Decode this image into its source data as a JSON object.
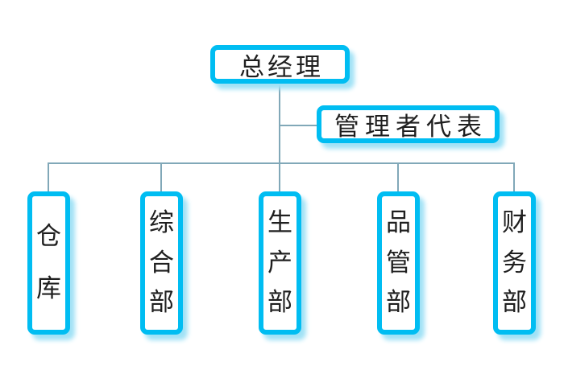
{
  "diagram": {
    "type": "org_chart",
    "root": {
      "label": "总经理"
    },
    "staff": {
      "label": "管理者代表"
    },
    "departments": [
      {
        "label": "仓库"
      },
      {
        "label": "综合部"
      },
      {
        "label": "生产部"
      },
      {
        "label": "品管部"
      },
      {
        "label": "财务部"
      }
    ]
  },
  "colors": {
    "node_border": "#00bdf2",
    "node_fill": "#ffffff",
    "node_shadow": "#a0e2f6",
    "connector": "#81a8b8",
    "text": "#1f1f1f",
    "background": "#ffffff"
  }
}
